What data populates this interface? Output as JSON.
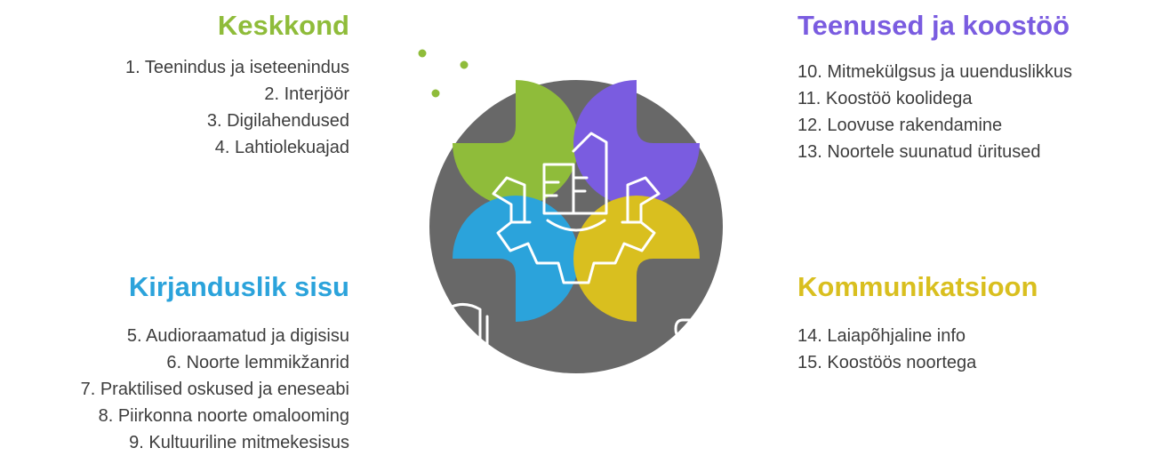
{
  "colors": {
    "keskkond": "#8fbc3a",
    "teenused": "#7a5ce0",
    "kirjandus": "#2ba3db",
    "kommunikatsioon": "#d9bf1f",
    "center": "#686868",
    "text": "#3d3d3d"
  },
  "center": {
    "icon": "building-gear-icon"
  },
  "sections": {
    "keskkond": {
      "title": "Keskkond",
      "icon": "globe-network-icon",
      "items": [
        "1. Teenindus ja iseteenindus",
        "2. Interjöör",
        "3. Digilahendused",
        "4. Lahtiolekuajad"
      ]
    },
    "teenused": {
      "title": "Teenused ja koostöö",
      "icon": "document-handshake-icon",
      "items": [
        "10. Mitmekülgsus ja uuenduslikkus",
        "11. Koostöö koolidega",
        "12. Loovuse rakendamine",
        "13. Noortele suunatud üritused"
      ]
    },
    "kirjandus": {
      "title": "Kirjanduslik sisu",
      "icon": "open-book-icon",
      "items": [
        "5. Audioraamatud ja digisisu",
        "6. Noorte lemmikžanrid",
        "7. Praktilised oskused ja eneseabi",
        "8. Piirkonna noorte omalooming",
        "9. Kultuuriline mitmekesisus"
      ]
    },
    "kommunikatsioon": {
      "title": "Kommunikatsioon",
      "icon": "megaphone-icon",
      "items": [
        "14. Laiapõhjaline info",
        "15. Koostöös noortega"
      ]
    }
  }
}
